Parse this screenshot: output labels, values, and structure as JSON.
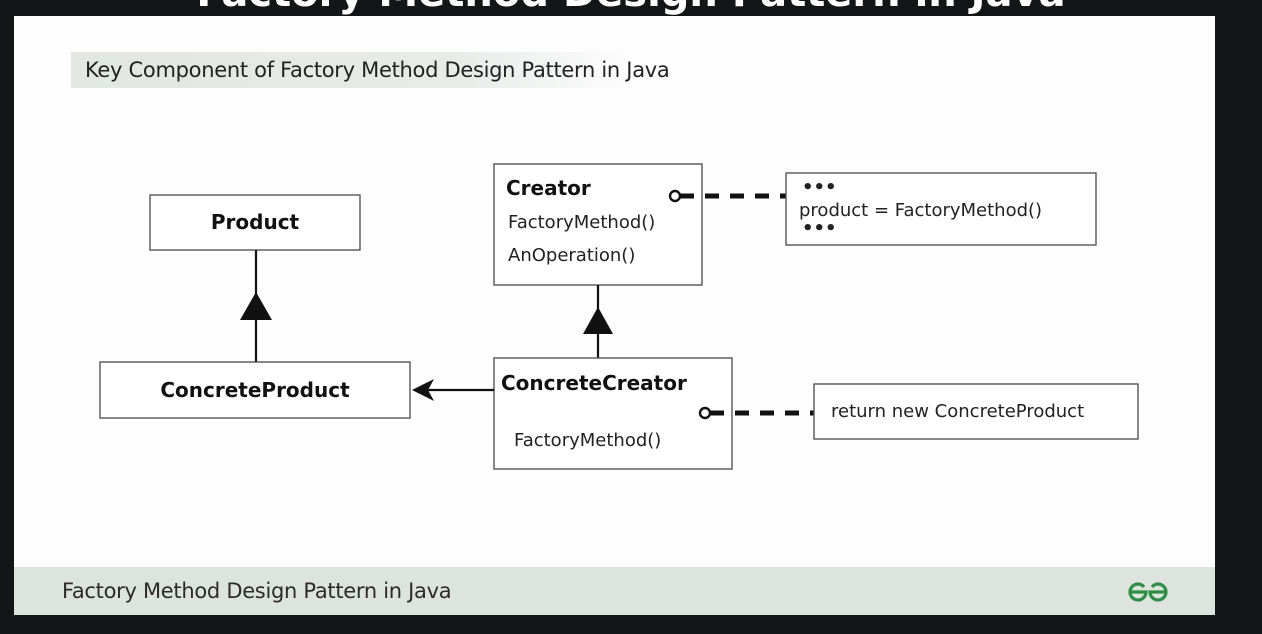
{
  "page": {
    "cut_title": "Factory Method Design Pattern in Java",
    "header_label": "Key Component of Factory Method Design Pattern in Java",
    "footer_label": "Factory Method Design Pattern in Java",
    "logo": "geeksforgeeks-logo-icon",
    "colors": {
      "background": "#141517",
      "card": "#fdfdfd",
      "footer_band": "#dde4de",
      "logo_green": "#2f8d46",
      "line": "#111111"
    }
  },
  "diagram": {
    "classes": {
      "product": {
        "name": "Product",
        "methods": []
      },
      "concrete_product": {
        "name": "ConcreteProduct",
        "methods": []
      },
      "creator": {
        "name": "Creator",
        "methods": [
          "FactoryMethod()",
          "AnOperation()"
        ]
      },
      "concrete_creator": {
        "name": "ConcreteCreator",
        "methods": [
          "FactoryMethod()"
        ]
      }
    },
    "notes": {
      "creator_note": {
        "lines": [
          "•••",
          "product = FactoryMethod()",
          "•••"
        ]
      },
      "concrete_creator_note": {
        "lines": [
          "return new ConcreteProduct"
        ]
      }
    },
    "relations": [
      {
        "type": "inheritance",
        "from": "ConcreteProduct",
        "to": "Product"
      },
      {
        "type": "inheritance",
        "from": "ConcreteCreator",
        "to": "Creator"
      },
      {
        "type": "dependency",
        "from": "ConcreteCreator",
        "to": "ConcreteProduct"
      },
      {
        "type": "note-link",
        "from": "Creator",
        "to": "creator_note"
      },
      {
        "type": "note-link",
        "from": "ConcreteCreator",
        "to": "concrete_creator_note"
      }
    ]
  }
}
